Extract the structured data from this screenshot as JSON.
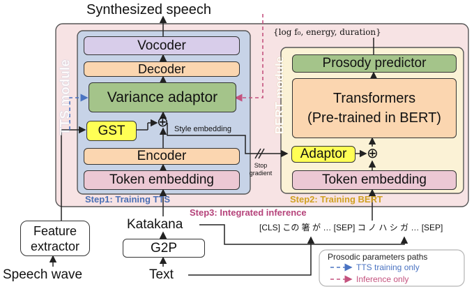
{
  "title": "Synthesized speech",
  "modules": {
    "tts": "TTS module",
    "bert": "BERT module"
  },
  "tts_blocks": {
    "vocoder": "Vocoder",
    "decoder": "Decoder",
    "variance_adaptor": "Variance adaptor",
    "gst": "GST",
    "encoder": "Encoder",
    "token_embedding": "Token embedding"
  },
  "bert_blocks": {
    "prosody_predictor": "Prosody predictor",
    "transformers_line1": "Transformers",
    "transformers_line2": "(Pre-trained in BERT)",
    "adaptor": "Adaptor",
    "token_embedding": "Token embedding"
  },
  "labels": {
    "prosody_params": "{log f₀, energy, duration}",
    "style_embedding": "Style embedding",
    "stop_gradient_line1": "Stop",
    "stop_gradient_line2": "gradient",
    "plus": "⊕"
  },
  "steps": {
    "step1": "Step1: Training TTS",
    "step2": "Step2: Training BERT",
    "step3": "Step3: Integrated inference"
  },
  "inputs": {
    "feature_extractor_line1": "Feature",
    "feature_extractor_line2": "extractor",
    "katakana": "Katakana",
    "g2p": "G2P",
    "speech_wave": "Speech wave",
    "text": "Text",
    "bert_tokens": "[CLS] この 箸 が … [SEP] コ ノ ハ シ ガ … [SEP]"
  },
  "legend": {
    "title": "Prosodic parameters paths",
    "tts_only": "TTS training only",
    "inference_only": "Inference only"
  },
  "colors": {
    "outer_bg": "#f7e3e4",
    "tts_bg": "#c7d3e7",
    "bert_bg": "#fbf2d6",
    "vocoder": "#d8cdea",
    "decoder": "#fbd6b0",
    "variance": "#a4c48a",
    "gst": "#ffff55",
    "encoder": "#fbd6b0",
    "token": "#ecc8d4",
    "tts_blue": "#4a73c2",
    "bert_gold": "#d8a92a",
    "inference_pink": "#c4527e",
    "step1": "#4a6fb5",
    "step2": "#d0a020",
    "step3": "#b5437a"
  }
}
